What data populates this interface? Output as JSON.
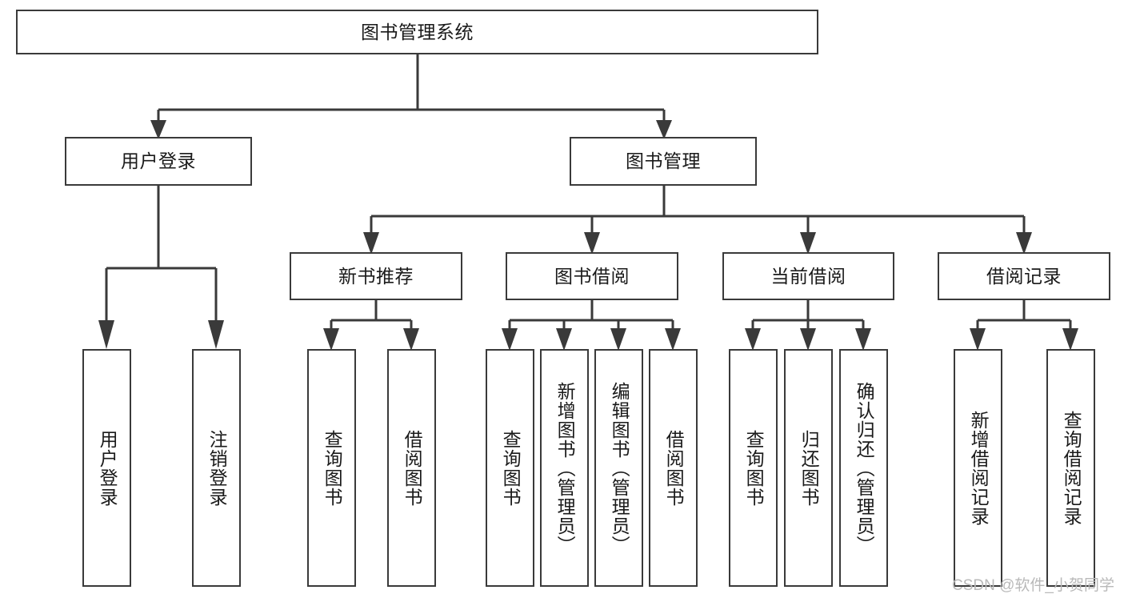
{
  "diagram": {
    "type": "tree-hierarchy",
    "title_node": "图书管理系统",
    "watermark": "CSDN @软件_小贺同学",
    "colors": {
      "box_border": "#3a3a3a",
      "box_fill": "#ffffff",
      "connector": "#3a3a3a",
      "text": "#1a1a1a",
      "watermark": "#b9b9b9"
    },
    "levels": {
      "root": {
        "label": "图书管理系统"
      },
      "level1": [
        {
          "label": "用户登录"
        },
        {
          "label": "图书管理"
        }
      ],
      "level2": [
        {
          "label": "新书推荐"
        },
        {
          "label": "图书借阅"
        },
        {
          "label": "当前借阅"
        },
        {
          "label": "借阅记录"
        }
      ],
      "leaves": {
        "user_login": [
          {
            "label": "用户登录"
          },
          {
            "label": "注销登录"
          }
        ],
        "new_book_recommend": [
          {
            "label": "查询图书"
          },
          {
            "label": "借阅图书"
          }
        ],
        "book_borrow": [
          {
            "label": "查询图书"
          },
          {
            "label": "新增图书（管理员）"
          },
          {
            "label": "编辑图书（管理员）"
          },
          {
            "label": "借阅图书"
          }
        ],
        "current_borrow": [
          {
            "label": "查询图书"
          },
          {
            "label": "归还图书"
          },
          {
            "label": "确认归还（管理员）"
          }
        ],
        "borrow_record": [
          {
            "label": "新增借阅记录"
          },
          {
            "label": "查询借阅记录"
          }
        ]
      }
    }
  }
}
